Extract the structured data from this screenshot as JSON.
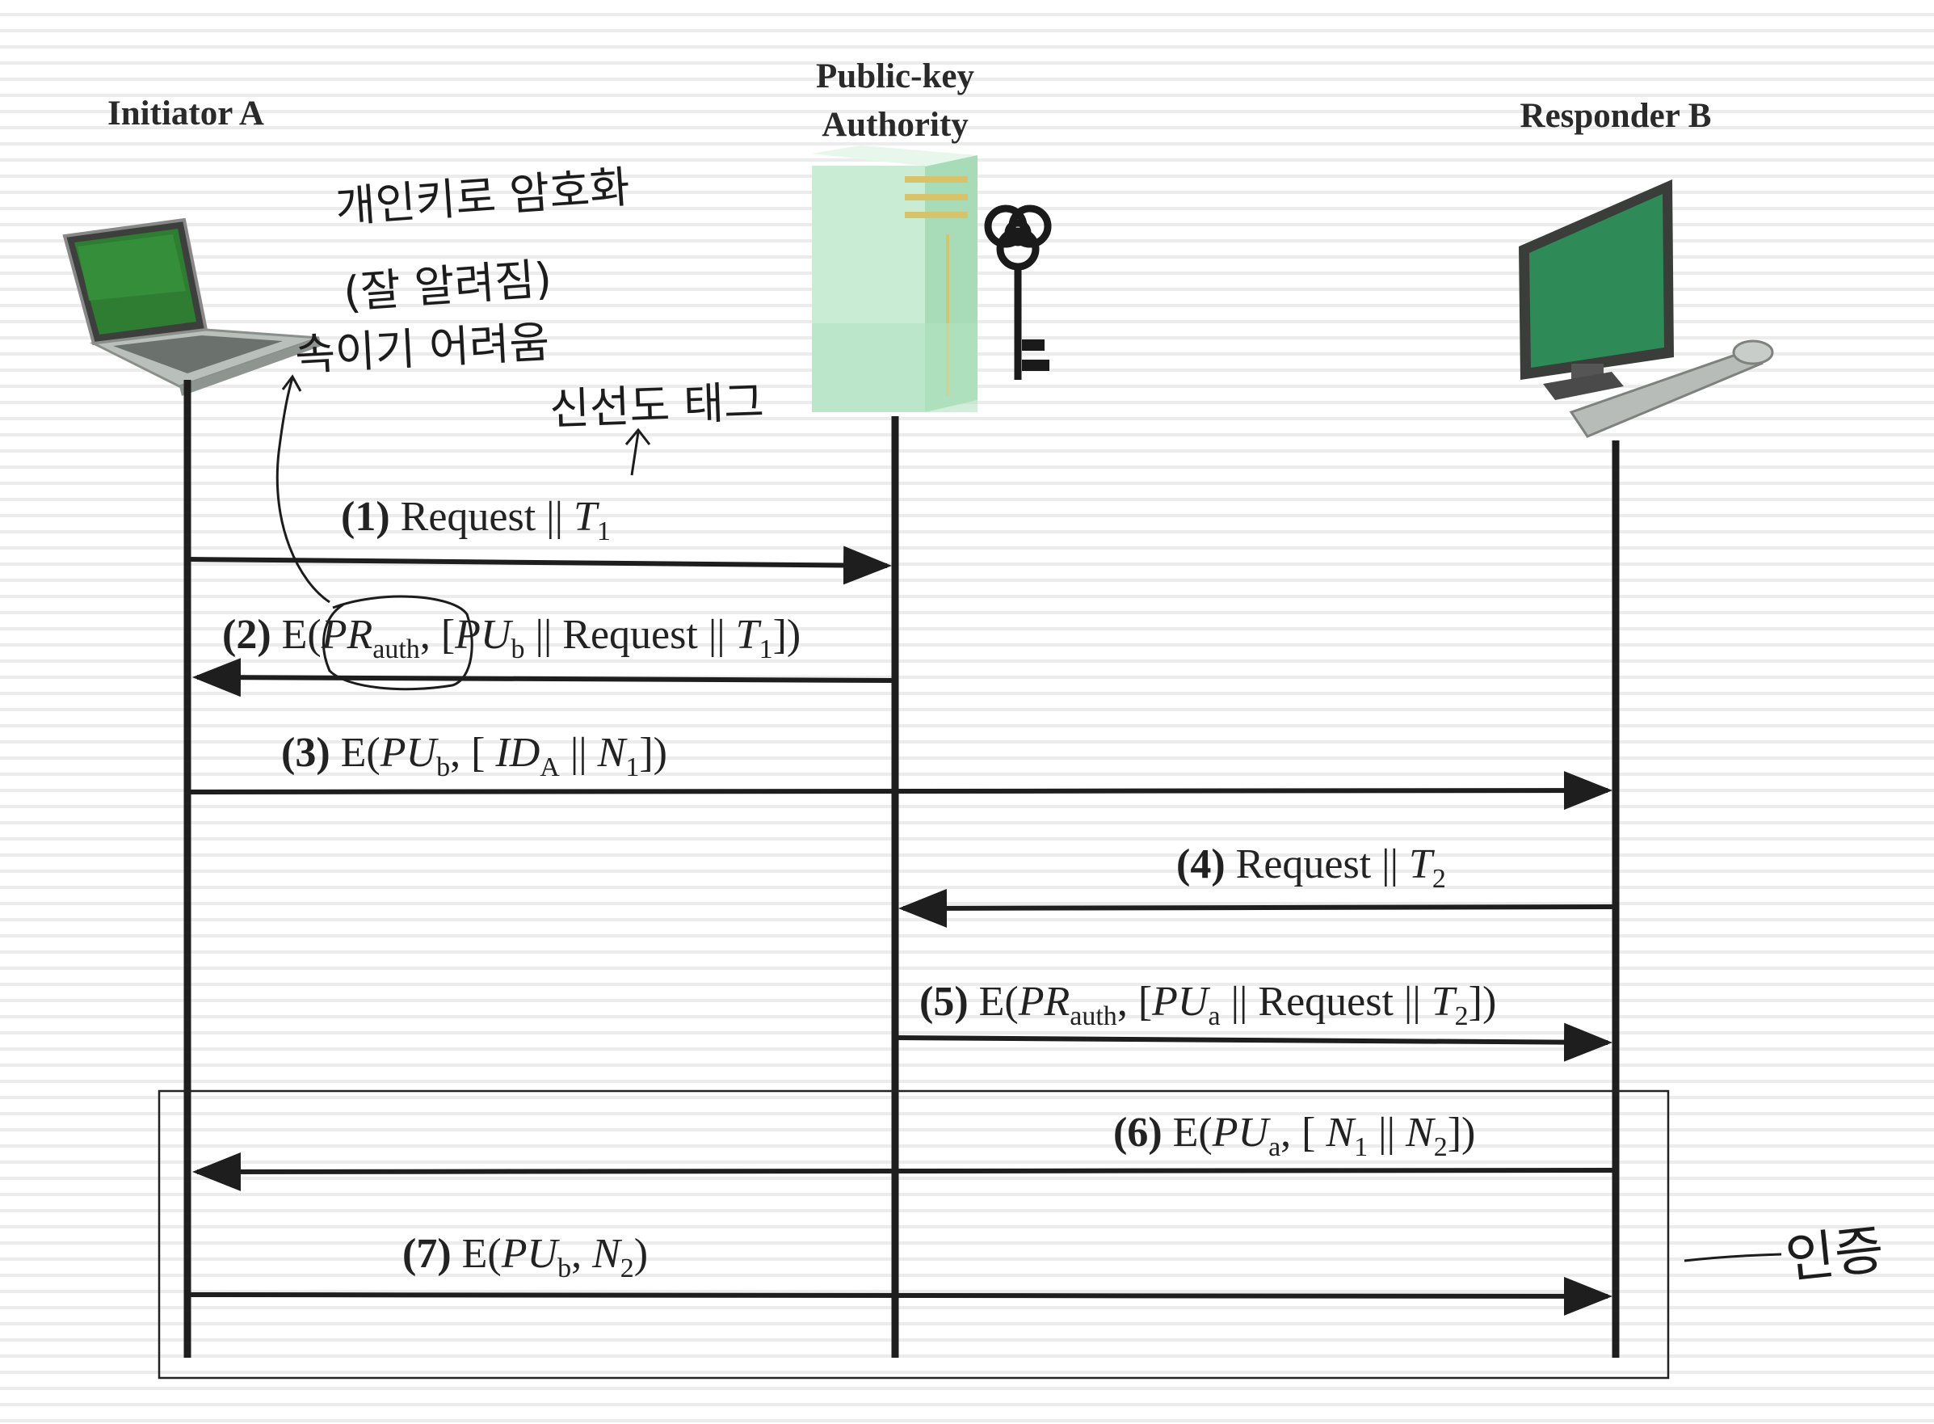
{
  "actors": {
    "initiator": {
      "label": "Initiator A",
      "icon": "laptop-icon"
    },
    "authority": {
      "label_line1": "Public-key",
      "label_line2": "Authority",
      "icon": "server-icon",
      "key_icon": "key-icon"
    },
    "responder": {
      "label": "Responder B",
      "icon": "desktop-computer-icon"
    }
  },
  "messages": [
    {
      "num": "(1)",
      "parts": [
        {
          "t": "Request || "
        },
        {
          "i": "T"
        },
        {
          "sub": "1"
        }
      ],
      "direction": "A to Authority"
    },
    {
      "num": "(2)",
      "parts": [
        {
          "t": "E("
        },
        {
          "i": "PR"
        },
        {
          "sub": "auth"
        },
        {
          "t": ", ["
        },
        {
          "i": "PU"
        },
        {
          "sub": "b"
        },
        {
          "t": " || Request || "
        },
        {
          "i": "T"
        },
        {
          "sub": "1"
        },
        {
          "t": "])"
        }
      ],
      "direction": "Authority to A"
    },
    {
      "num": "(3)",
      "parts": [
        {
          "t": "E("
        },
        {
          "i": "PU"
        },
        {
          "sub": "b"
        },
        {
          "t": ", [ "
        },
        {
          "i": "ID"
        },
        {
          "sub": "A"
        },
        {
          "t": " || "
        },
        {
          "i": "N"
        },
        {
          "sub": "1"
        },
        {
          "t": "])"
        }
      ],
      "direction": "A to B"
    },
    {
      "num": "(4)",
      "parts": [
        {
          "t": "Request || "
        },
        {
          "i": "T"
        },
        {
          "sub": "2"
        }
      ],
      "direction": "B to Authority"
    },
    {
      "num": "(5)",
      "parts": [
        {
          "t": "E("
        },
        {
          "i": "PR"
        },
        {
          "sub": "auth"
        },
        {
          "t": ", ["
        },
        {
          "i": "PU"
        },
        {
          "sub": "a"
        },
        {
          "t": " || Request || "
        },
        {
          "i": "T"
        },
        {
          "sub": "2"
        },
        {
          "t": "])"
        }
      ],
      "direction": "Authority to B"
    },
    {
      "num": "(6)",
      "parts": [
        {
          "t": "E("
        },
        {
          "i": "PU"
        },
        {
          "sub": "a"
        },
        {
          "t": ", [ "
        },
        {
          "i": "N"
        },
        {
          "sub": "1"
        },
        {
          "t": " || "
        },
        {
          "i": "N"
        },
        {
          "sub": "2"
        },
        {
          "t": "])"
        }
      ],
      "direction": "B to A"
    },
    {
      "num": "(7)",
      "parts": [
        {
          "t": "E("
        },
        {
          "i": "PU"
        },
        {
          "sub": "b"
        },
        {
          "t": ", "
        },
        {
          "i": "N"
        },
        {
          "sub": "2"
        },
        {
          "t": ")"
        }
      ],
      "direction": "A to B"
    }
  ],
  "annotations": {
    "private_key_line1": "개인키로 암호화",
    "private_key_line2": "(잘 알려짐)",
    "private_key_line3": "속이기 어려움",
    "freshness_tag": "신선도 태그",
    "authentication": "인증"
  },
  "colors": {
    "line": "#1e1e1e",
    "laptop_screen": "#2e7d32",
    "server": "#c8ecd4",
    "annotation_ink": "#1c1c1c"
  }
}
